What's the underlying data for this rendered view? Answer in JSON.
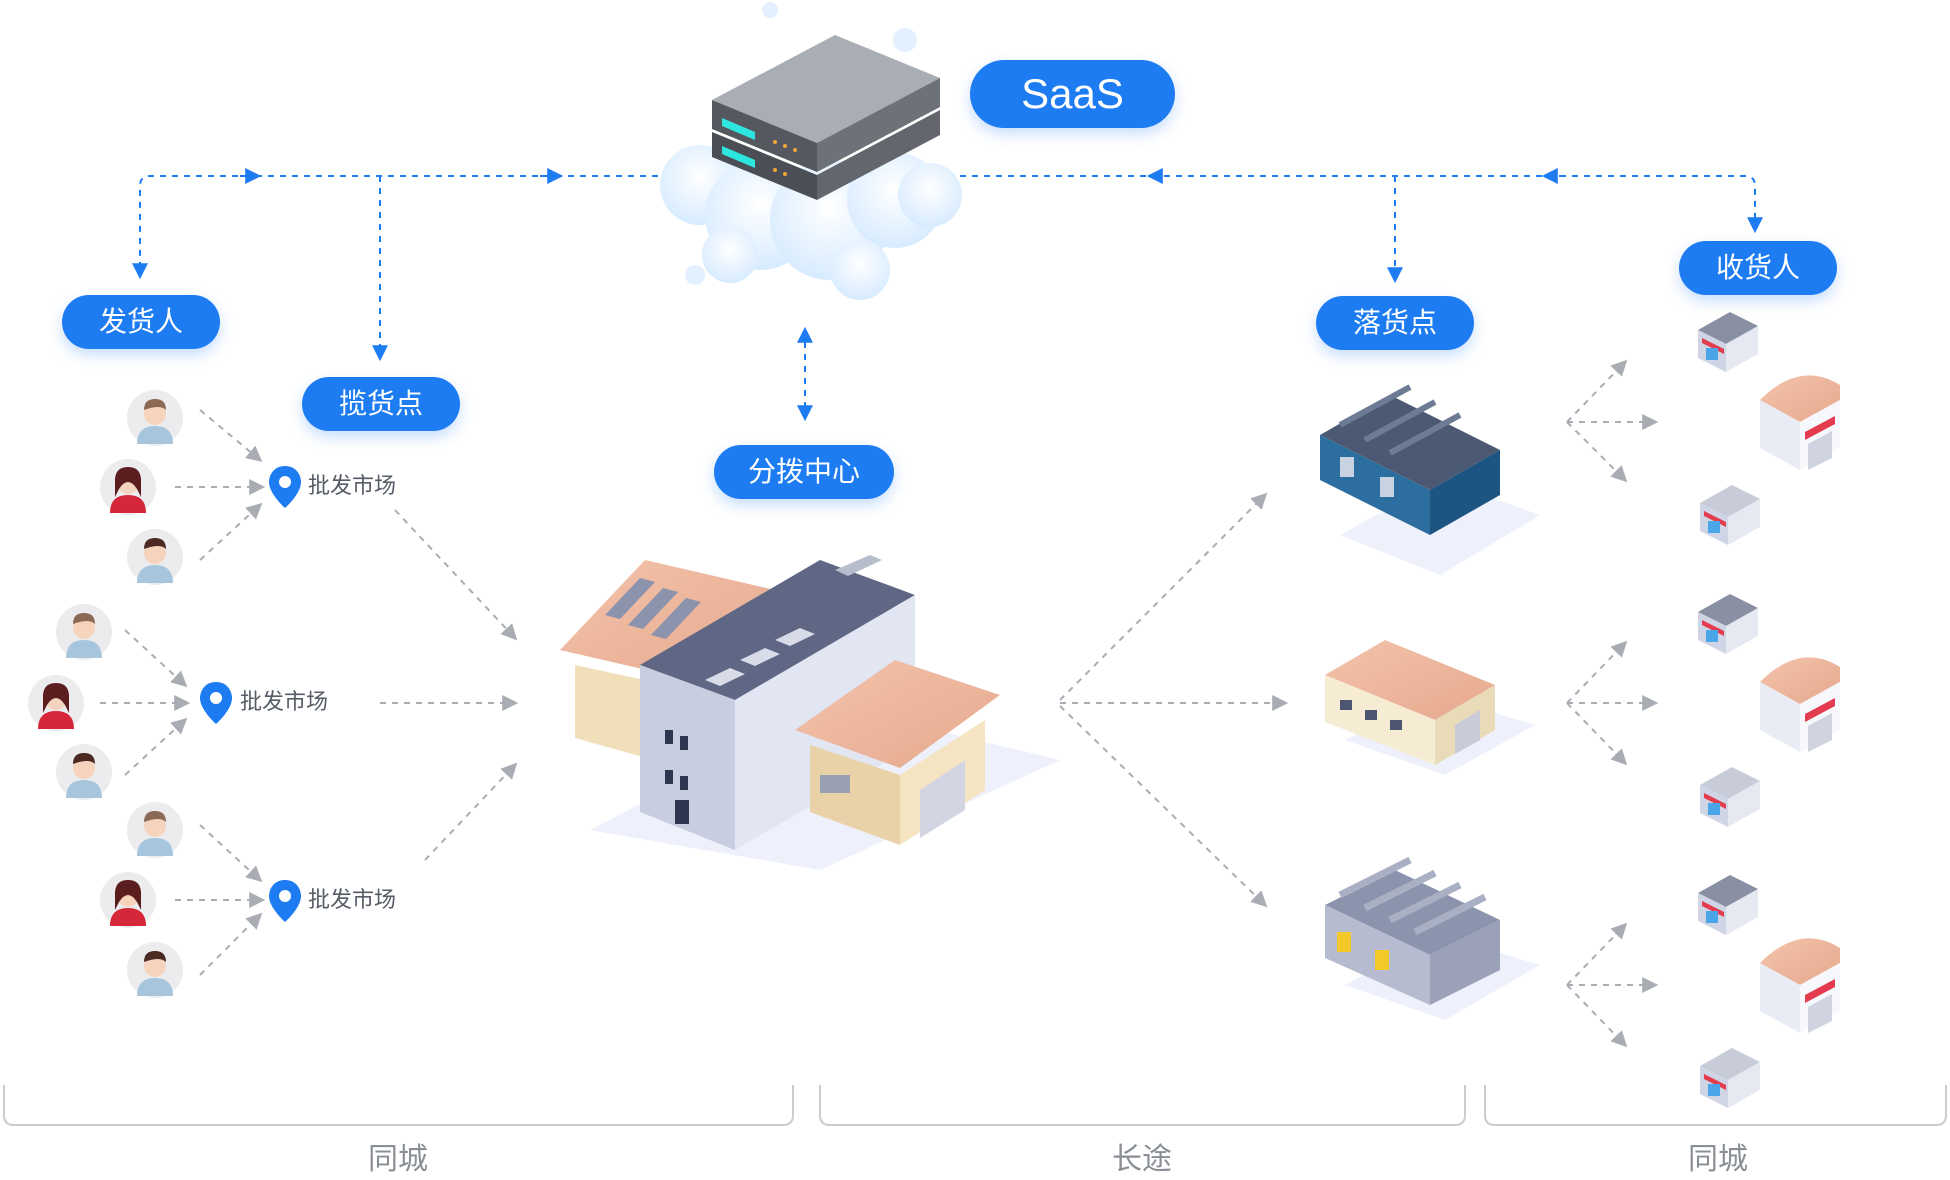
{
  "nodes": {
    "saas": "SaaS",
    "shipper": "发货人",
    "pickup_point": "揽货点",
    "distribution_center": "分拨中心",
    "dropoff_point": "落货点",
    "receiver": "收货人"
  },
  "markets": [
    "批发市场",
    "批发市场",
    "批发市场"
  ],
  "regions": [
    "同城",
    "长途",
    "同城"
  ],
  "colors": {
    "accent": "#1e7cf2",
    "dashed_gray": "#a9adb3",
    "bracket": "#c9ccd1",
    "label_gray": "#8a8f96"
  }
}
